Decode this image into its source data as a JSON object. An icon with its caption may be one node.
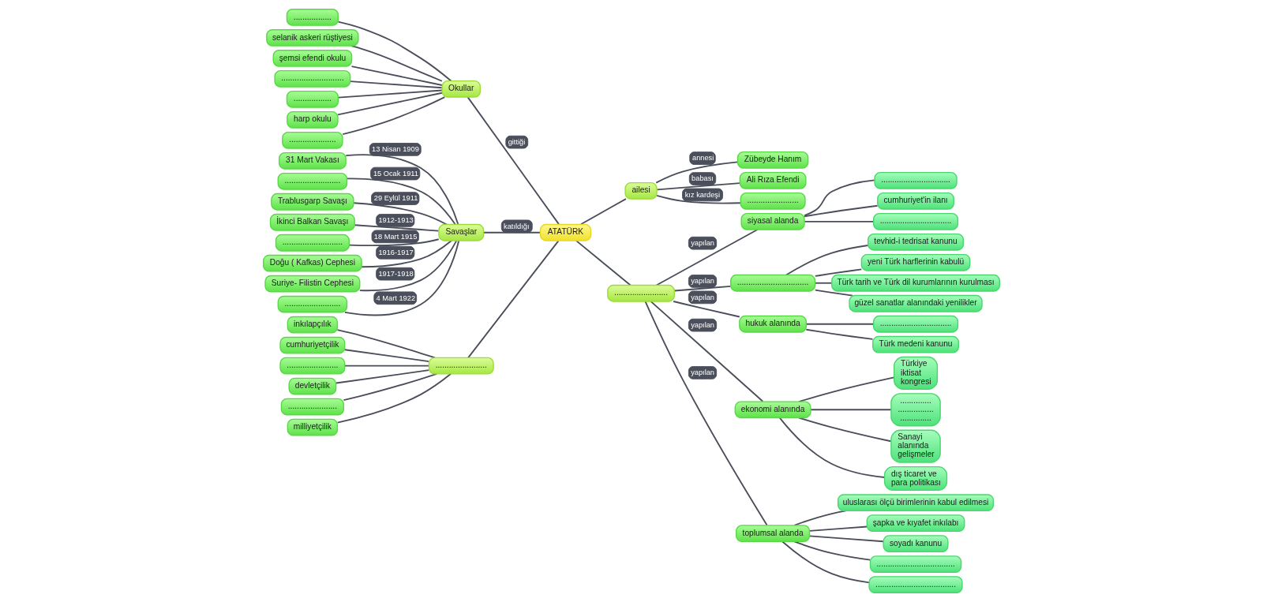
{
  "diagram": {
    "nodes": [
      {
        "text": [
          "ATATÜRK"
        ]
      },
      {
        "text": [
          "Okullar"
        ]
      },
      {
        "text": [
          "................."
        ]
      },
      {
        "text": [
          "selanik askeri rüştiyesi"
        ]
      },
      {
        "text": [
          "şemsi efendi okulu"
        ]
      },
      {
        "text": [
          "............................"
        ]
      },
      {
        "text": [
          "................."
        ]
      },
      {
        "text": [
          "harp okulu"
        ]
      },
      {
        "text": [
          "....................."
        ]
      },
      {
        "text": [
          "ailesi"
        ]
      },
      {
        "text": [
          "Zübeyde Hanım"
        ]
      },
      {
        "text": [
          "Ali Rıza Efendi"
        ]
      },
      {
        "text": [
          "......................."
        ]
      },
      {
        "text": [
          "Savaşlar"
        ]
      },
      {
        "text": [
          "31 Mart Vakası"
        ]
      },
      {
        "text": [
          "........................."
        ]
      },
      {
        "text": [
          "Trablusgarp Savaşı"
        ]
      },
      {
        "text": [
          "İkinci Balkan Savaşı"
        ]
      },
      {
        "text": [
          "..........................."
        ]
      },
      {
        "text": [
          "Doğu ( Kafkas) Cephesi"
        ]
      },
      {
        "text": [
          "Suriye- Filistin Cephesi"
        ]
      },
      {
        "text": [
          "........................."
        ]
      },
      {
        "text": [
          "......................."
        ]
      },
      {
        "text": [
          "inkılapçılık"
        ]
      },
      {
        "text": [
          "cumhuriyetçilik"
        ]
      },
      {
        "text": [
          "......................."
        ]
      },
      {
        "text": [
          "devletçilik"
        ]
      },
      {
        "text": [
          "......................"
        ]
      },
      {
        "text": [
          "milliyetçilik"
        ]
      },
      {
        "text": [
          "........................"
        ]
      },
      {
        "text": [
          "siyasal alanda"
        ]
      },
      {
        "text": [
          "..............................."
        ]
      },
      {
        "text": [
          "cumhuriyet'in ilanı"
        ]
      },
      {
        "text": [
          "................................"
        ]
      },
      {
        "text": [
          "................................"
        ]
      },
      {
        "text": [
          "tevhid-i tedrisat kanunu"
        ]
      },
      {
        "text": [
          "yeni Türk harflerinin kabulü"
        ]
      },
      {
        "text": [
          "Türk tarih ve Türk dil kurumlarının kurulması"
        ]
      },
      {
        "text": [
          "güzel sanatlar alanındaki yenilikler"
        ]
      },
      {
        "text": [
          "hukuk alanında"
        ]
      },
      {
        "text": [
          "................................"
        ]
      },
      {
        "text": [
          "Türk medeni kanunu"
        ]
      },
      {
        "text": [
          "ekonomi alanında"
        ]
      },
      {
        "text": [
          "Türkiye iktisat kongresi"
        ]
      },
      {
        "text": [
          ".............. ................ .............."
        ]
      },
      {
        "text": [
          "Sanayi alanında gelişmeler"
        ]
      },
      {
        "text": [
          "dış ticaret ve para politikası"
        ]
      },
      {
        "text": [
          "toplumsal alanda"
        ]
      },
      {
        "text": [
          "uluslarası ölçü birimlerinin kabul edilmesi"
        ]
      },
      {
        "text": [
          "şapka ve kıyafet inkılabı"
        ]
      },
      {
        "text": [
          "soyadı kanunu"
        ]
      },
      {
        "text": [
          "..................................."
        ]
      },
      {
        "text": [
          "...................................."
        ]
      }
    ],
    "edges": [
      {
        "from": 1,
        "to": 0,
        "arrow": "none",
        "label": "gittiği"
      },
      {
        "from": 0,
        "to": 9,
        "arrow": "none"
      },
      {
        "from": 13,
        "to": 0,
        "arrow": "none",
        "label": "katıldığı"
      },
      {
        "from": 22,
        "to": 0,
        "arrow": "none"
      },
      {
        "from": 0,
        "to": 29,
        "arrow": "none"
      },
      {
        "from": 2,
        "to": 1,
        "arrow": "none"
      },
      {
        "from": 3,
        "to": 1,
        "arrow": "none"
      },
      {
        "from": 4,
        "to": 1,
        "arrow": "none"
      },
      {
        "from": 5,
        "to": 1,
        "arrow": "none"
      },
      {
        "from": 6,
        "to": 1,
        "arrow": "none"
      },
      {
        "from": 7,
        "to": 1,
        "arrow": "none"
      },
      {
        "from": 8,
        "to": 1,
        "arrow": "none"
      },
      {
        "from": 9,
        "to": 10,
        "arrow": "none",
        "label": "annesi"
      },
      {
        "from": 9,
        "to": 11,
        "arrow": "none",
        "label": "babası"
      },
      {
        "from": 9,
        "to": 12,
        "arrow": "none",
        "label": "kız kardeşi"
      },
      {
        "from": 14,
        "to": 13,
        "arrow": "none",
        "label": "13 Nisan 1909"
      },
      {
        "from": 15,
        "to": 13,
        "arrow": "none",
        "label": "15 Ocak 1911"
      },
      {
        "from": 16,
        "to": 13,
        "arrow": "none",
        "label": "29 Eylül 1911"
      },
      {
        "from": 17,
        "to": 13,
        "arrow": "none",
        "label": "1912-1913"
      },
      {
        "from": 18,
        "to": 13,
        "arrow": "none",
        "label": "18 Mart 1915"
      },
      {
        "from": 19,
        "to": 13,
        "arrow": "none",
        "label": "1916-1917"
      },
      {
        "from": 20,
        "to": 13,
        "arrow": "none",
        "label": "1917-1918"
      },
      {
        "from": 21,
        "to": 13,
        "arrow": "none",
        "label": "4 Mart 1922"
      },
      {
        "from": 23,
        "to": 22,
        "arrow": "none"
      },
      {
        "from": 24,
        "to": 22,
        "arrow": "none"
      },
      {
        "from": 25,
        "to": 22,
        "arrow": "none"
      },
      {
        "from": 26,
        "to": 22,
        "arrow": "none"
      },
      {
        "from": 27,
        "to": 22,
        "arrow": "none"
      },
      {
        "from": 28,
        "to": 22,
        "arrow": "none"
      },
      {
        "from": 29,
        "to": 30,
        "arrow": "none",
        "label": "yapılan"
      },
      {
        "from": 29,
        "to": 34,
        "arrow": "none",
        "label": "yapılan"
      },
      {
        "from": 29,
        "to": 39,
        "arrow": "none",
        "label": "yapılan"
      },
      {
        "from": 29,
        "to": 42,
        "arrow": "none",
        "label": "yapılan"
      },
      {
        "from": 29,
        "to": 47,
        "arrow": "none",
        "label": "yapılan"
      },
      {
        "from": 30,
        "to": 31,
        "arrow": "none"
      },
      {
        "from": 30,
        "to": 32,
        "arrow": "none"
      },
      {
        "from": 30,
        "to": 33,
        "arrow": "none"
      },
      {
        "from": 34,
        "to": 35,
        "arrow": "none"
      },
      {
        "from": 34,
        "to": 36,
        "arrow": "none"
      },
      {
        "from": 34,
        "to": 37,
        "arrow": "none"
      },
      {
        "from": 34,
        "to": 38,
        "arrow": "none"
      },
      {
        "from": 39,
        "to": 40,
        "arrow": "none"
      },
      {
        "from": 39,
        "to": 41,
        "arrow": "none"
      },
      {
        "from": 42,
        "to": 43,
        "arrow": "none"
      },
      {
        "from": 42,
        "to": 44,
        "arrow": "none"
      },
      {
        "from": 42,
        "to": 45,
        "arrow": "none"
      },
      {
        "from": 42,
        "to": 46,
        "arrow": "none"
      },
      {
        "from": 47,
        "to": 48,
        "arrow": "none"
      },
      {
        "from": 47,
        "to": 49,
        "arrow": "none"
      },
      {
        "from": 47,
        "to": 50,
        "arrow": "none"
      },
      {
        "from": 47,
        "to": 51,
        "arrow": "none"
      },
      {
        "from": 47,
        "to": 52,
        "arrow": "none"
      }
    ]
  }
}
